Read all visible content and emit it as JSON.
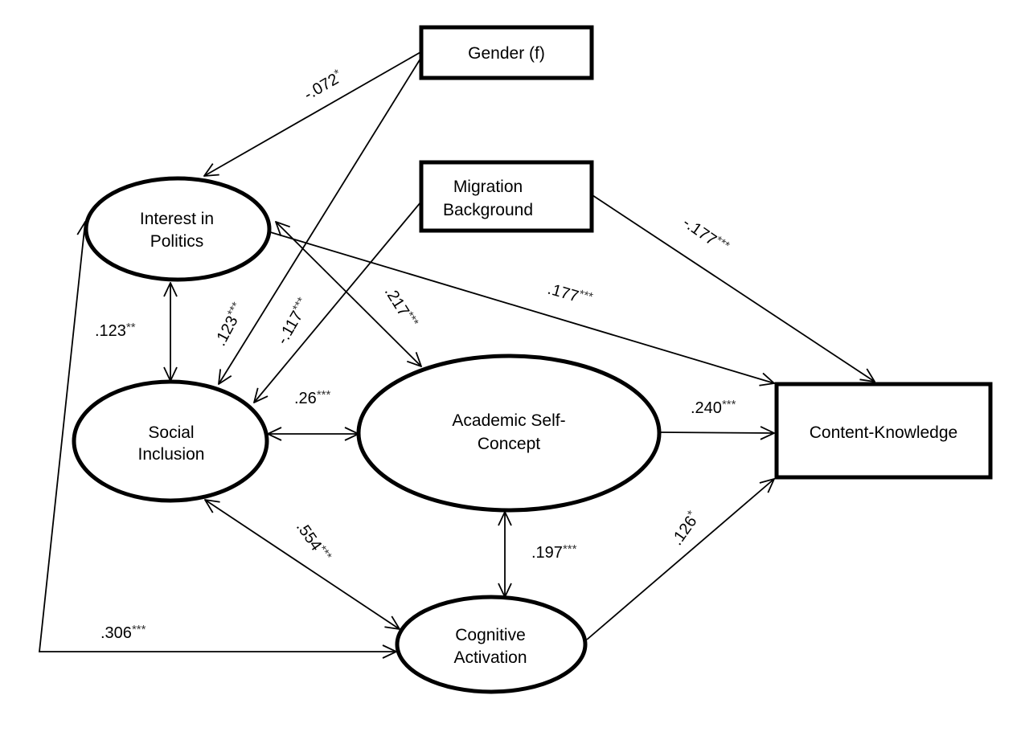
{
  "diagram": {
    "type": "path-model",
    "nodes": {
      "gender": {
        "kind": "observed",
        "lines": [
          "Gender (f)"
        ]
      },
      "migration": {
        "kind": "observed",
        "lines": [
          "Migration",
          "Background"
        ]
      },
      "interest": {
        "kind": "latent",
        "lines": [
          "Interest in",
          "Politics"
        ]
      },
      "social": {
        "kind": "latent",
        "lines": [
          "Social",
          "Inclusion"
        ]
      },
      "academic": {
        "kind": "latent",
        "lines": [
          "Academic Self-",
          "Concept"
        ]
      },
      "cognitive": {
        "kind": "latent",
        "lines": [
          "Cognitive",
          "Activation"
        ]
      },
      "content": {
        "kind": "observed",
        "lines": [
          "Content-Knowledge"
        ]
      }
    },
    "edges": [
      {
        "id": "gender-interest",
        "from": "Gender (f)",
        "to": "Interest in Politics",
        "directed": "one-way",
        "coef": "-.072",
        "sig": "*"
      },
      {
        "id": "gender-social",
        "from": "Gender (f)",
        "to": "Social Inclusion",
        "directed": "one-way",
        "coef": ".123",
        "sig": "***"
      },
      {
        "id": "migration-social",
        "from": "Migration Background",
        "to": "Social Inclusion",
        "directed": "one-way",
        "coef": "-.117",
        "sig": "***"
      },
      {
        "id": "migration-content",
        "from": "Migration Background",
        "to": "Content-Knowledge",
        "directed": "one-way",
        "coef": "-.177",
        "sig": "***"
      },
      {
        "id": "interest-social",
        "from": "Interest in Politics",
        "to": "Social Inclusion",
        "directed": "two-way",
        "coef": ".123",
        "sig": "**"
      },
      {
        "id": "interest-academic",
        "from": "Interest in Politics",
        "to": "Academic Self-Concept",
        "directed": "two-way",
        "coef": ".217",
        "sig": "***"
      },
      {
        "id": "interest-content",
        "from": "Interest in Politics",
        "to": "Content-Knowledge",
        "directed": "one-way",
        "coef": ".177",
        "sig": "***"
      },
      {
        "id": "social-academic",
        "from": "Social Inclusion",
        "to": "Academic Self-Concept",
        "directed": "two-way",
        "coef": ".26",
        "sig": "***"
      },
      {
        "id": "academic-content",
        "from": "Academic Self-Concept",
        "to": "Content-Knowledge",
        "directed": "one-way",
        "coef": ".240",
        "sig": "***"
      },
      {
        "id": "social-cognitive",
        "from": "Social Inclusion",
        "to": "Cognitive Activation",
        "directed": "two-way",
        "coef": ".554",
        "sig": "***"
      },
      {
        "id": "academic-cognitive",
        "from": "Academic Self-Concept",
        "to": "Cognitive Activation",
        "directed": "two-way",
        "coef": ".197",
        "sig": "***"
      },
      {
        "id": "cognitive-content",
        "from": "Cognitive Activation",
        "to": "Content-Knowledge",
        "directed": "one-way",
        "coef": ".126",
        "sig": "*"
      },
      {
        "id": "interest-cognitive",
        "from": "Interest in Politics",
        "to": "Cognitive Activation",
        "directed": "two-way",
        "coef": ".306",
        "sig": "***"
      }
    ]
  }
}
